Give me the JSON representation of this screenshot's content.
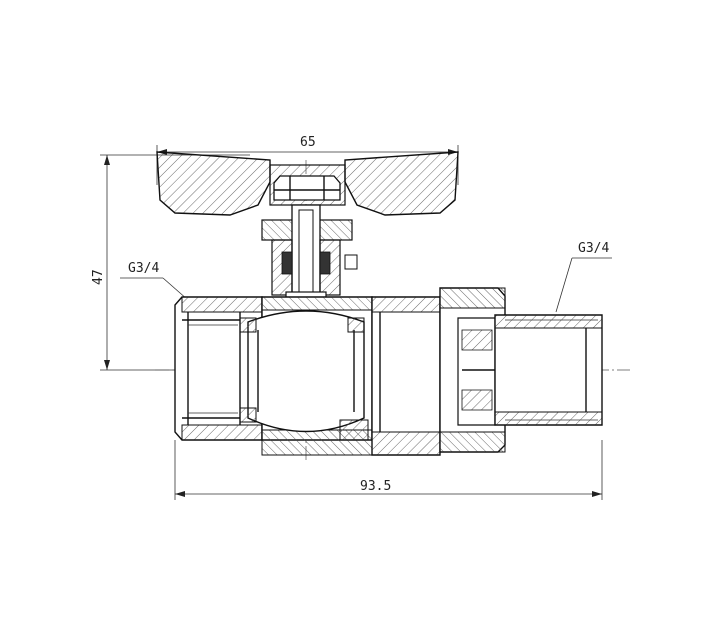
{
  "dimensions": {
    "width_label": "65",
    "height_label": "47",
    "length_label": "93.5",
    "thread_left": "G3/4",
    "thread_right": "G3/4"
  },
  "colors": {
    "line": "#111111",
    "hatch": "#444444",
    "background": "#ffffff"
  }
}
